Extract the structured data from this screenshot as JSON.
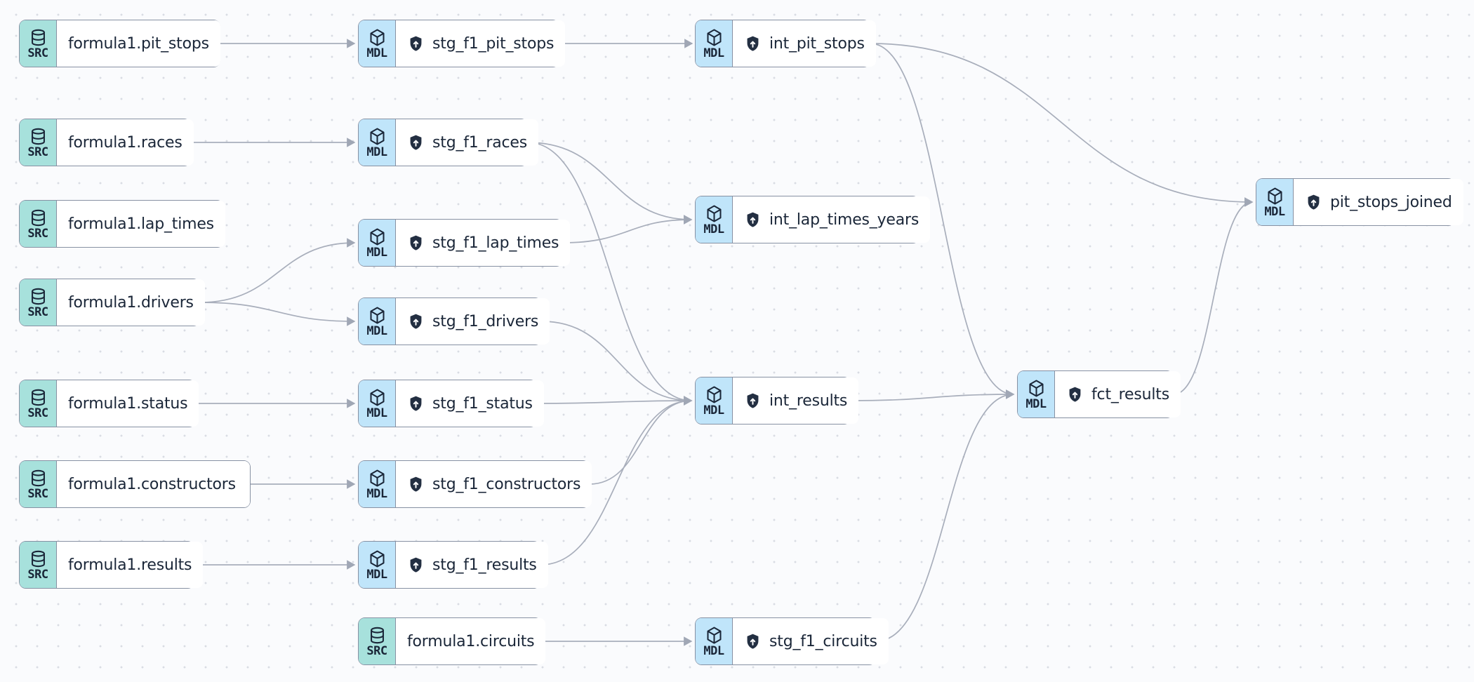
{
  "diagram": {
    "kind": "lineage-dag",
    "description_colors": {
      "source_badge_bg": "#a7e1dc",
      "model_badge_bg": "#c0e5fa",
      "node_border": "#8791a3",
      "text": "#1a2638",
      "edge": "#a8aebb",
      "canvas_bg": "#fafbfd",
      "canvas_dot": "#d9dce3"
    }
  },
  "kinds": {
    "source": "SRC",
    "model": "MDL"
  },
  "icons": {
    "source": "database-icon",
    "model": "cube-icon",
    "model_badge": "shield-up-arrow-icon"
  },
  "nodes": [
    {
      "id": "formula1.pit_stops",
      "type": "source",
      "label": "formula1.pit_stops"
    },
    {
      "id": "formula1.races",
      "type": "source",
      "label": "formula1.races"
    },
    {
      "id": "formula1.lap_times",
      "type": "source",
      "label": "formula1.lap_times"
    },
    {
      "id": "formula1.drivers",
      "type": "source",
      "label": "formula1.drivers"
    },
    {
      "id": "formula1.status",
      "type": "source",
      "label": "formula1.status"
    },
    {
      "id": "formula1.constructors",
      "type": "source",
      "label": "formula1.constructors"
    },
    {
      "id": "formula1.results",
      "type": "source",
      "label": "formula1.results"
    },
    {
      "id": "formula1.circuits",
      "type": "source",
      "label": "formula1.circuits"
    },
    {
      "id": "stg_f1_pit_stops",
      "type": "model",
      "label": "stg_f1_pit_stops"
    },
    {
      "id": "stg_f1_races",
      "type": "model",
      "label": "stg_f1_races"
    },
    {
      "id": "stg_f1_lap_times",
      "type": "model",
      "label": "stg_f1_lap_times"
    },
    {
      "id": "stg_f1_drivers",
      "type": "model",
      "label": "stg_f1_drivers"
    },
    {
      "id": "stg_f1_status",
      "type": "model",
      "label": "stg_f1_status"
    },
    {
      "id": "stg_f1_constructors",
      "type": "model",
      "label": "stg_f1_constructors"
    },
    {
      "id": "stg_f1_results",
      "type": "model",
      "label": "stg_f1_results"
    },
    {
      "id": "int_pit_stops",
      "type": "model",
      "label": "int_pit_stops"
    },
    {
      "id": "int_lap_times_years",
      "type": "model",
      "label": "int_lap_times_years"
    },
    {
      "id": "int_results",
      "type": "model",
      "label": "int_results"
    },
    {
      "id": "stg_f1_circuits",
      "type": "model",
      "label": "stg_f1_circuits"
    },
    {
      "id": "fct_results",
      "type": "model",
      "label": "fct_results"
    },
    {
      "id": "pit_stops_joined",
      "type": "model",
      "label": "pit_stops_joined"
    }
  ],
  "edges": [
    {
      "from": "formula1.pit_stops",
      "to": "stg_f1_pit_stops"
    },
    {
      "from": "stg_f1_pit_stops",
      "to": "int_pit_stops"
    },
    {
      "from": "formula1.races",
      "to": "stg_f1_races"
    },
    {
      "from": "formula1.drivers",
      "to": "stg_f1_lap_times"
    },
    {
      "from": "formula1.drivers",
      "to": "stg_f1_drivers"
    },
    {
      "from": "formula1.status",
      "to": "stg_f1_status"
    },
    {
      "from": "formula1.constructors",
      "to": "stg_f1_constructors"
    },
    {
      "from": "formula1.results",
      "to": "stg_f1_results"
    },
    {
      "from": "formula1.circuits",
      "to": "stg_f1_circuits"
    },
    {
      "from": "stg_f1_races",
      "to": "int_lap_times_years"
    },
    {
      "from": "stg_f1_races",
      "to": "int_results"
    },
    {
      "from": "stg_f1_lap_times",
      "to": "int_lap_times_years"
    },
    {
      "from": "stg_f1_drivers",
      "to": "int_results"
    },
    {
      "from": "stg_f1_status",
      "to": "int_results"
    },
    {
      "from": "stg_f1_constructors",
      "to": "int_results"
    },
    {
      "from": "stg_f1_results",
      "to": "int_results"
    },
    {
      "from": "int_pit_stops",
      "to": "pit_stops_joined"
    },
    {
      "from": "int_pit_stops",
      "to": "fct_results"
    },
    {
      "from": "int_results",
      "to": "fct_results"
    },
    {
      "from": "stg_f1_circuits",
      "to": "fct_results"
    },
    {
      "from": "fct_results",
      "to": "pit_stops_joined"
    }
  ]
}
